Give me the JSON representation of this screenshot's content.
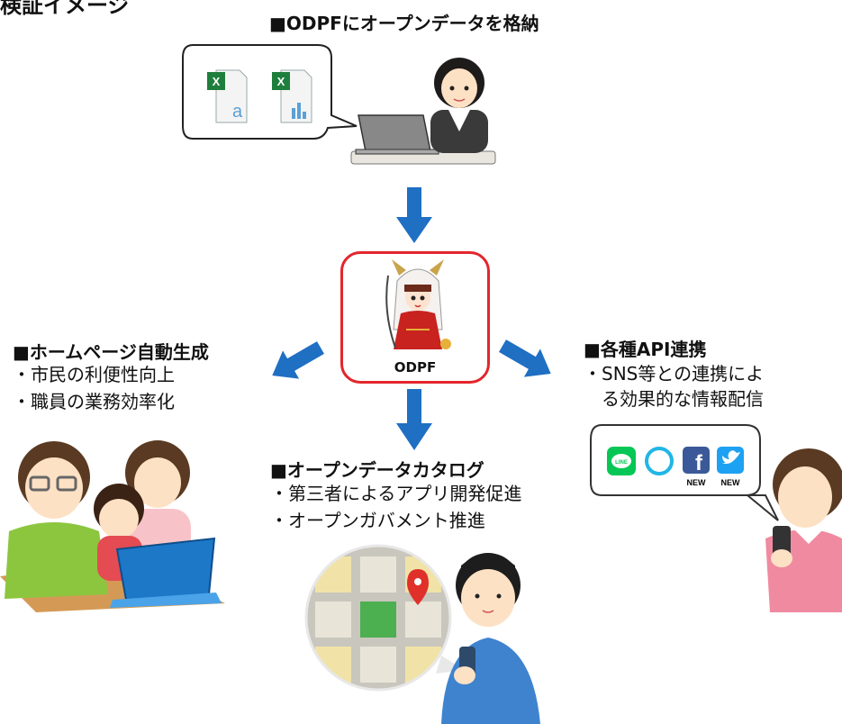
{
  "page_title": "検証イメージ",
  "top_step": {
    "heading": "■ODPFにオープンデータを格納"
  },
  "center": {
    "label": "ODPF"
  },
  "left_step": {
    "heading": "■ホームページ自動生成",
    "bullets": [
      "・市民の利便性向上",
      "・職員の業務効率化"
    ]
  },
  "bottom_step": {
    "heading": "■オープンデータカタログ",
    "bullets": [
      "・第三者によるアプリ開発促進",
      "・オープンガバメント推進"
    ]
  },
  "right_step": {
    "heading": "■各種API連携",
    "bullets": [
      "・SNS等との連携によ",
      "る効果的な情報配信"
    ]
  },
  "sns_icons": {
    "line_text": "LINE",
    "new_label_1": "NEW",
    "new_label_2": "NEW"
  },
  "colors": {
    "arrow": "#1f6fc3",
    "center_border": "#e3262d",
    "excel_green": "#1e7f3c",
    "line_green": "#06c755",
    "facebook_blue": "#3b5998",
    "twitter_blue": "#1da1f2"
  }
}
